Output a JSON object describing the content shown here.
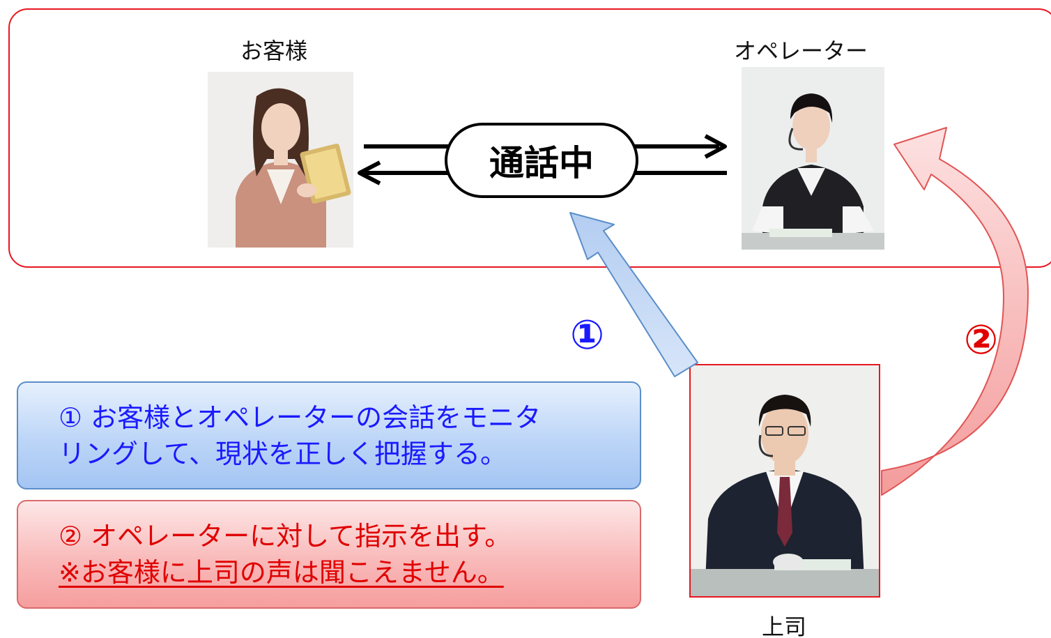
{
  "customer_label": "お客様",
  "operator_label": "オペレーター",
  "supervisor_label": "上司",
  "call_status": "通話中",
  "step1_marker": "①",
  "step2_marker": "②",
  "step1_text": {
    "line1": "① お客様とオペレーターの会話をモニタ",
    "line2": "リングして、現状を正しく把握する。"
  },
  "step2_text": {
    "line1": "② オペレーターに対して指示を出す。",
    "line2": "※お客様に上司の声は聞こえません。"
  },
  "colors": {
    "frame_border": "#e8161f",
    "step1_blue": "#1a1aff",
    "step2_red": "#e00000",
    "arrow_blue": "#bcd3f3",
    "arrow_red": "#f7b3b3"
  }
}
